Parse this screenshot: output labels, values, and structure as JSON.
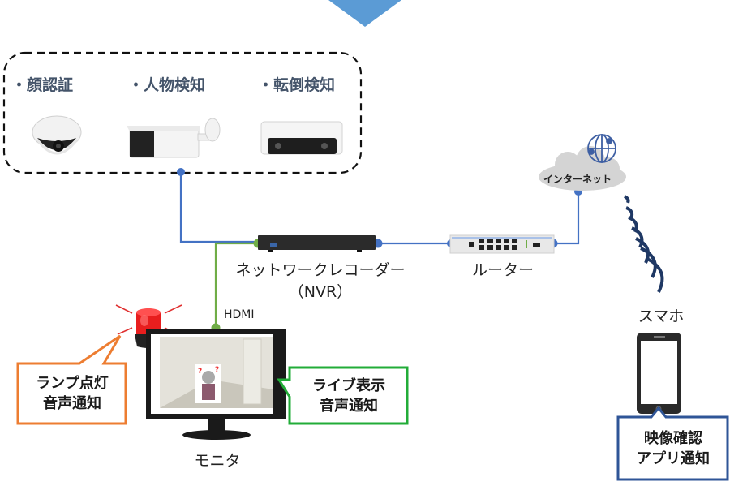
{
  "diagram": {
    "cameras": {
      "features": [
        {
          "label": "・顔認証"
        },
        {
          "label": "・人物検知"
        },
        {
          "label": "・転倒検知"
        }
      ],
      "devices": [
        "dome-camera",
        "bullet-camera",
        "dual-lens-people-counting-camera"
      ]
    },
    "nvr": {
      "label_line1": "ネットワークレコーダー",
      "label_line2": "（NVR）"
    },
    "router": {
      "label": "ルーター"
    },
    "internet": {
      "label": "インターネット"
    },
    "monitor": {
      "label": "モニタ",
      "connection_label": "HDMI"
    },
    "smartphone": {
      "label": "スマホ"
    },
    "callouts": {
      "lamp": {
        "line1": "ランプ点灯",
        "line2": "音声通知",
        "color": "#ed7d31"
      },
      "live": {
        "line1": "ライブ表示",
        "line2": "音声通知",
        "color": "#22ac38"
      },
      "app": {
        "line1": "映像確認",
        "line2": "アプリ通知",
        "color": "#2f5597"
      }
    },
    "colors": {
      "network_line": "#4472c4",
      "hdmi_line": "#70ad47",
      "top_arrow": "#5b9bd5",
      "feature_text": "#44546a",
      "wifi_waves": "#1f3864"
    }
  }
}
